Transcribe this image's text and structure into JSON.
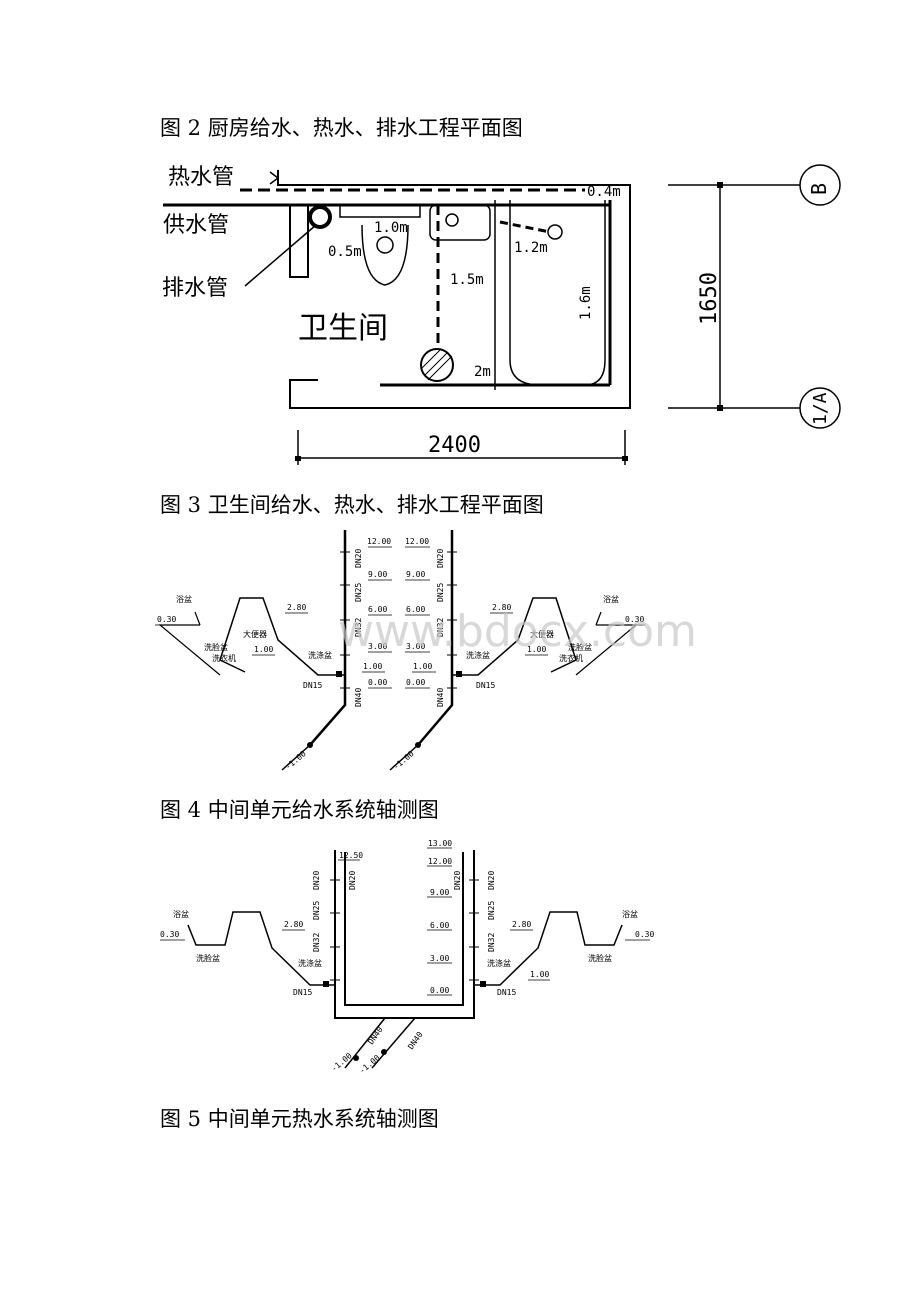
{
  "captions": {
    "fig2": "图 2 厨房给水、热水、排水工程平面图",
    "fig3": "图 3 卫生间给水、热水、排水工程平面图",
    "fig4": "图 4 中间单元给水系统轴测图",
    "fig5": "图 5 中间单元热水系统轴测图"
  },
  "watermark": "www.bdocx.com",
  "plan": {
    "hot_pipe": "热水管",
    "supply_pipe": "供水管",
    "drain_pipe": "排水管",
    "room": "卫生间",
    "dims": {
      "d04": "0.4m",
      "d10": "1.0m",
      "d05": "0.5m",
      "d12": "1.2m",
      "d15": "1.5m",
      "d16": "1.6m",
      "d2": "2m"
    },
    "width": "2400",
    "height": "1650",
    "axis_b": "B",
    "axis_1a": "1/A"
  },
  "supply": {
    "elev_left": [
      "12.00",
      "9.00",
      "6.00",
      "3.00",
      "1.00",
      "0.00"
    ],
    "elev_right": [
      "12.00",
      "9.00",
      "6.00",
      "3.00",
      "1.00",
      "0.00"
    ],
    "dn_left": [
      "DN20",
      "DN25",
      "DN32",
      "DN40"
    ],
    "dn_right": [
      "DN20",
      "DN25",
      "DN32",
      "DN40"
    ],
    "left": {
      "bath": "浴盆",
      "basin": "洗脸盆",
      "toilet": "大便器",
      "washer": "洗衣机",
      "sink": "洗涤盆",
      "e030": "0.30",
      "e280": "2.80",
      "e100": "1.00",
      "dn15": "DN15",
      "inlet": "-1.00"
    },
    "right": {
      "bath": "浴盆",
      "basin": "洗脸盆",
      "toilet": "大便器",
      "washer": "洗衣机",
      "sink": "洗涤盆",
      "e030": "0.30",
      "e280": "2.80",
      "e100": "1.00",
      "dn15": "DN15",
      "inlet": "-1.00"
    }
  },
  "hot": {
    "elev_left": [
      "12.50"
    ],
    "elev_mid": [
      "13.00",
      "12.00",
      "9.00",
      "6.00",
      "3.00",
      "0.00"
    ],
    "dn_left": [
      "DN20",
      "DN20",
      "DN25",
      "DN32"
    ],
    "dn_right": [
      "DN20",
      "DN20",
      "DN25",
      "DN32"
    ],
    "dn40a": "DN40",
    "dn40b": "DN40",
    "inlet_a": "-1.00",
    "inlet_b": "-1.00",
    "left": {
      "bath": "浴盆",
      "basin": "洗脸盆",
      "sink": "洗涤盆",
      "e030": "0.30",
      "e280": "2.80",
      "dn15": "DN15"
    },
    "right": {
      "bath": "浴盆",
      "basin": "洗脸盆",
      "sink": "洗涤盆",
      "e030": "0.30",
      "e280": "2.80",
      "e100": "1.00",
      "dn15": "DN15"
    }
  }
}
